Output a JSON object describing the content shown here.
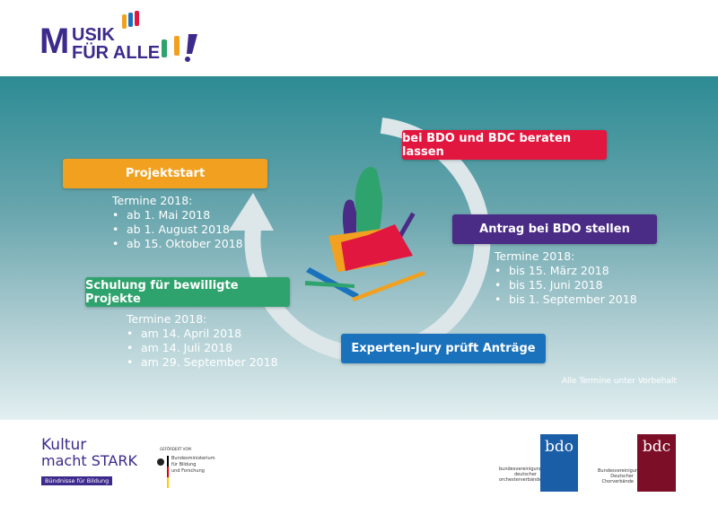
{
  "header": {
    "logo_text": "MUSIK FÜR ALLE!"
  },
  "steps": {
    "projektstart": {
      "label": "Projektstart",
      "color": "#f1a11f",
      "list_title": "Termine 2018:",
      "dates": [
        "ab 1. Mai 2018",
        "ab 1. August 2018",
        "ab 15. Oktober 2018"
      ]
    },
    "beraten": {
      "label": "bei BDO und BDC beraten lassen",
      "color": "#e2173f"
    },
    "antrag": {
      "label": "Antrag bei BDO stellen",
      "color": "#4a2b85",
      "list_title": "Termine 2018:",
      "dates": [
        "bis 15. März 2018",
        "bis 15. Juni 2018",
        "bis 1. September 2018"
      ]
    },
    "jury": {
      "label": "Experten-Jury prüft Anträge",
      "color": "#1a72bd"
    },
    "schulung": {
      "label": "Schulung für bewilligte Projekte",
      "color": "#2fa36d",
      "list_title": "Termine 2018:",
      "dates": [
        "am 14. April 2018",
        "am 14. Juli 2018",
        "am 29. September 2018"
      ]
    }
  },
  "note": "Alle Termine unter Vorbehalt",
  "footer": {
    "kultur": {
      "line1": "Kultur",
      "line2": "macht STARK",
      "tag": "Bündnisse für Bildung"
    },
    "bmbf": {
      "gefoerdert": "GEFÖRDERT VOM",
      "name": [
        "Bundesministerium",
        "für Bildung",
        "und Forschung"
      ]
    },
    "bdo": {
      "abbr": "bdo",
      "name": [
        "bundesvereinigung",
        "deutscher",
        "orchesterverbände"
      ]
    },
    "bdc": {
      "abbr": "bdc",
      "name": [
        "Bundesvereinigung",
        "Deutscher",
        "Chorverbände"
      ]
    }
  }
}
